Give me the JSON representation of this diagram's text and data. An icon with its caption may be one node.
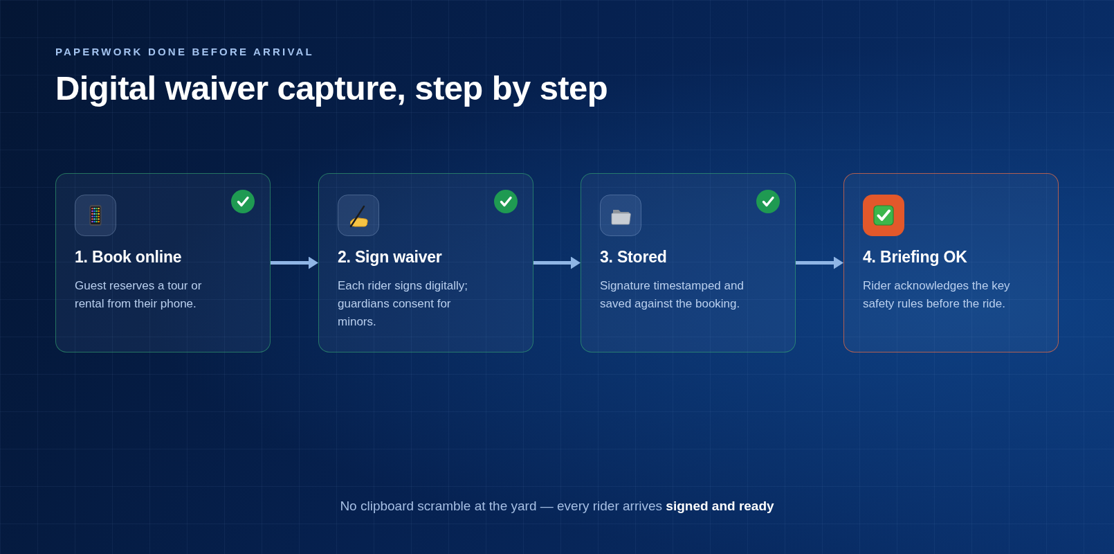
{
  "diagram": {
    "title": "Digital waiver capture, step by step",
    "caption": "No clipboard scramble at the yard — every rider arrives **signed and ready**",
    "nodes": [
      {
        "text": [
          "1. Book online",
          "Guest reserves a tour or rental from their phone."
        ]
      },
      {
        "text": [
          "2. Sign waiver",
          "Each rider signs digitally; guardians consent for minors."
        ]
      },
      {
        "text": [
          "3. Stored",
          "Signature timestamped and saved against the booking."
        ]
      },
      {
        "text": [
          "4. Briefing OK",
          "Rider acknowledges the key safety rules before the ride."
        ]
      }
    ],
    "edges": [
      {
        "from": 0,
        "to": 1,
        "arrow": "to"
      },
      {
        "from": 1,
        "to": 2,
        "arrow": "to"
      },
      {
        "from": 2,
        "to": 3,
        "arrow": "to"
      }
    ],
    "labels": [
      "PAPERWORK DONE BEFORE ARRIVAL"
    ]
  }
}
